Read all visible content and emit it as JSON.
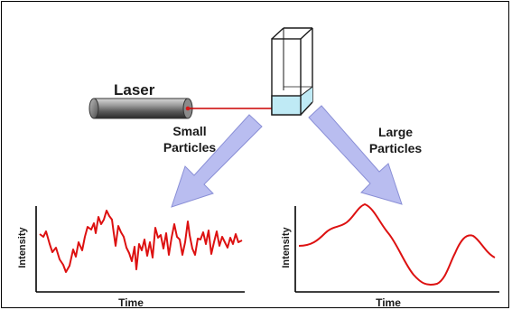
{
  "labels": {
    "laser": "Laser",
    "small_particles": [
      "Small",
      "Particles"
    ],
    "large_particles": [
      "Large",
      "Particles"
    ],
    "left_xlabel": "Time",
    "left_ylabel": "Intensity",
    "right_xlabel": "Time",
    "right_ylabel": "Intensity"
  },
  "colors": {
    "signal": "#dd1111",
    "beam": "#cc0000",
    "arrow_fill": "#b9bdf0",
    "arrow_stroke": "#8a8fd6",
    "liquid": "#bfeaf5"
  },
  "icons": {
    "laser": "laser-cylinder-icon",
    "cuvette": "cuvette-icon"
  }
}
